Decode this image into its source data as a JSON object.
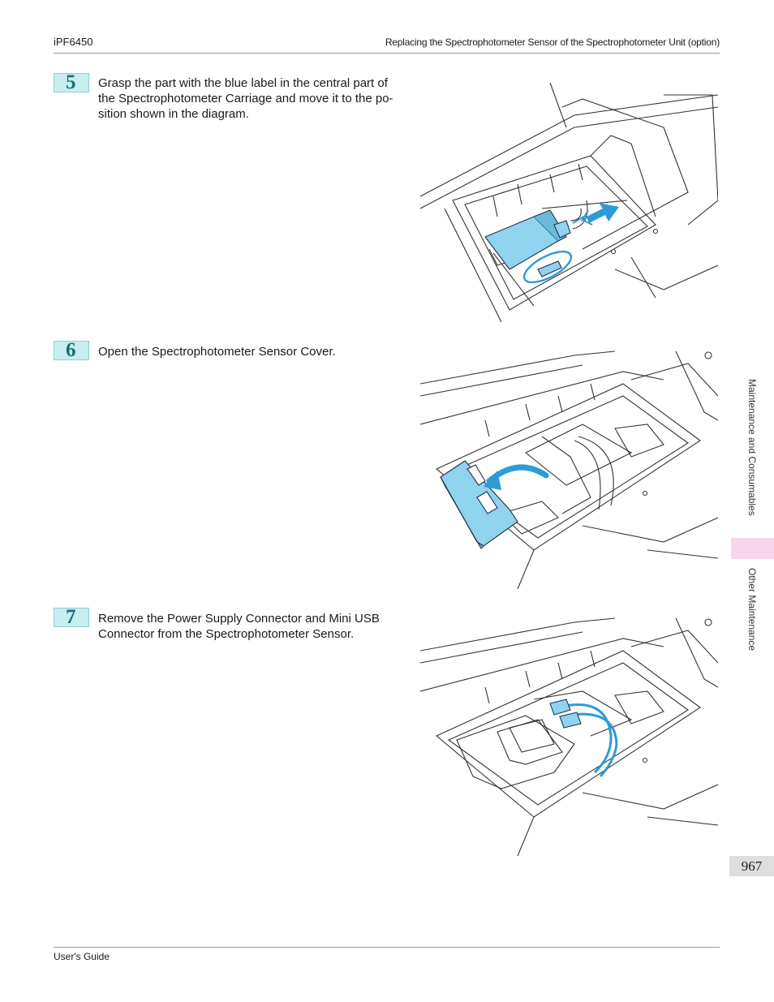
{
  "header": {
    "model": "iPF6450",
    "section_title": "Replacing the Spectrophotometer Sensor of the Spectrophotometer Unit (option)"
  },
  "steps": [
    {
      "number": "5",
      "text": "Grasp the part with the blue label in the central part of the Spectrophotometer Carriage and move it to the po-sition shown in the diagram."
    },
    {
      "number": "6",
      "text": "Open the Spectrophotometer Sensor Cover."
    },
    {
      "number": "7",
      "text": "Remove the Power Supply Connector and Mini USB Connector from the Spectrophotometer Sensor."
    }
  ],
  "sidebar": {
    "chapter": "Maintenance and Consumables",
    "section": "Other Maintenance"
  },
  "page_number": "967",
  "footer": {
    "label": "User's Guide"
  },
  "colors": {
    "accent_blue": "#8fd3ee",
    "arrow_blue": "#2d9bd6",
    "step_badge": "#c9eef0",
    "tab_pink": "#f7d5ec"
  }
}
